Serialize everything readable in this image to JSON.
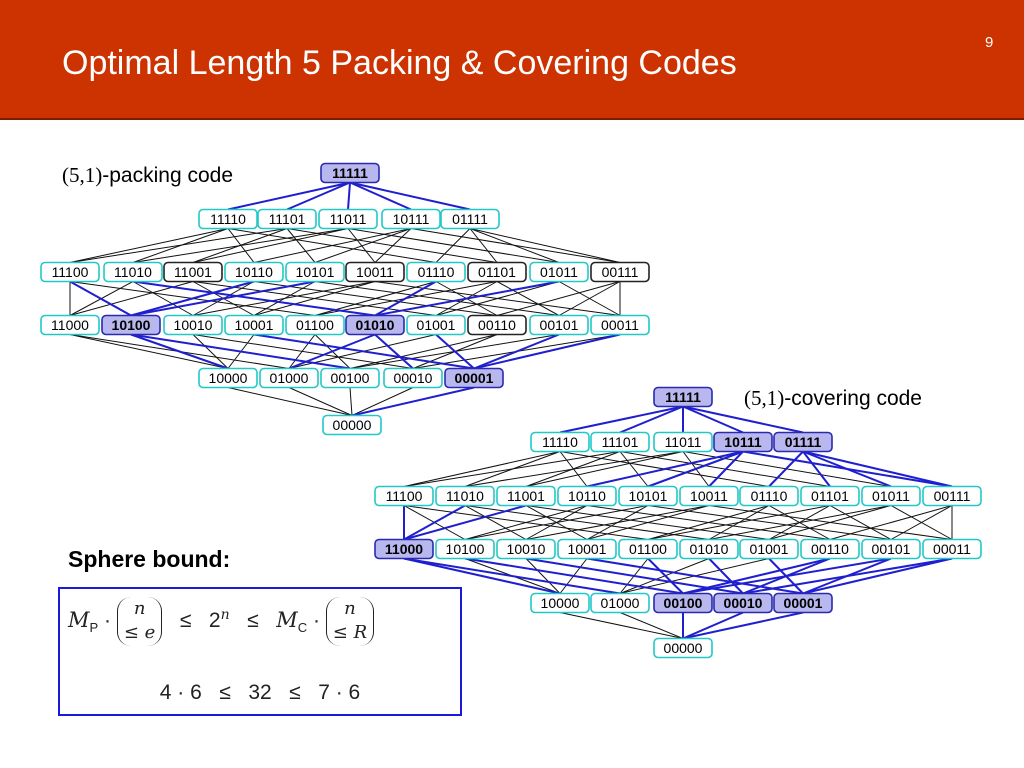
{
  "slide": {
    "title": "Optimal Length 5 Packing & Covering Codes",
    "page_number": "9"
  },
  "colors": {
    "header": "#cc3300",
    "cyan_border": "#22c8c8",
    "node_fill": "#ffffff",
    "highlight_fill": "#b8b8ee",
    "highlight_border": "#2a2ab0",
    "plain_edge": "#111111",
    "blue_edge": "#1f1fd0"
  },
  "packing": {
    "caption_param": "(5,1)",
    "caption_text": "-packing code",
    "levels": [
      [
        "11111"
      ],
      [
        "11110",
        "11101",
        "11011",
        "10111",
        "01111"
      ],
      [
        "11100",
        "11010",
        "11001",
        "10110",
        "10101",
        "10011",
        "01110",
        "01101",
        "01011",
        "00111"
      ],
      [
        "11000",
        "10100",
        "10010",
        "10001",
        "01100",
        "01010",
        "01001",
        "00110",
        "00101",
        "00011"
      ],
      [
        "10000",
        "01000",
        "00100",
        "00010",
        "00001"
      ],
      [
        "00000"
      ]
    ],
    "codewords": [
      "11111",
      "10100",
      "01010",
      "00001"
    ],
    "covered": [
      "11110",
      "11101",
      "11011",
      "10111",
      "01111",
      "11100",
      "11010",
      "10110",
      "10101",
      "01110",
      "01011",
      "11000",
      "10010",
      "10001",
      "01000",
      "00010",
      "00011",
      "10000",
      "00100",
      "01100",
      "00101",
      "01001",
      "00000"
    ],
    "uncovered": [
      "11001",
      "10011",
      "01101",
      "00111",
      "00110"
    ]
  },
  "covering": {
    "caption_param": "(5,1)",
    "caption_text": "-covering  code",
    "levels": [
      [
        "11111"
      ],
      [
        "11110",
        "11101",
        "11011",
        "10111",
        "01111"
      ],
      [
        "11100",
        "11010",
        "11001",
        "10110",
        "10101",
        "10011",
        "01110",
        "01101",
        "01011",
        "00111"
      ],
      [
        "11000",
        "10100",
        "10010",
        "10001",
        "01100",
        "01010",
        "01001",
        "00110",
        "00101",
        "00011"
      ],
      [
        "10000",
        "01000",
        "00100",
        "00010",
        "00001"
      ],
      [
        "00000"
      ]
    ],
    "codewords": [
      "11111",
      "10111",
      "01111",
      "11000",
      "00100",
      "00010",
      "00001"
    ],
    "covered": [
      "11110",
      "11101",
      "11011",
      "11100",
      "11010",
      "11001",
      "10110",
      "10101",
      "10011",
      "01110",
      "01101",
      "01011",
      "00111",
      "10100",
      "10010",
      "10001",
      "01100",
      "01010",
      "01001",
      "00110",
      "00101",
      "00011",
      "10000",
      "01000",
      "00000"
    ],
    "uncovered": []
  },
  "sphere_bound": {
    "label": "Sphere bound:",
    "line1": {
      "Mp": "M",
      "Mp_sub": "P",
      "dot": "·",
      "n": "n",
      "le_e": "≤ e",
      "leq": "≤",
      "two": "2",
      "exp": "n",
      "Mc": "M",
      "Mc_sub": "C",
      "le_R": "≤ R"
    },
    "line2": "4 · 6   ≤   32   ≤   7 · 6"
  }
}
